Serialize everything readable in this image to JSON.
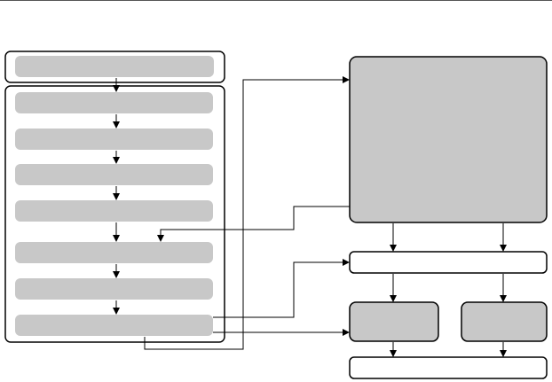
{
  "diagram": {
    "colors": {
      "stroke": "#000000",
      "box_fill": "#c8c8c8",
      "white_fill": "#ffffff",
      "rule": "#555555"
    },
    "nodes": [
      {
        "id": "left-header-step",
        "label": "",
        "fill": "gray"
      },
      {
        "id": "left-step-1",
        "label": "",
        "fill": "gray"
      },
      {
        "id": "left-step-2",
        "label": "",
        "fill": "gray"
      },
      {
        "id": "left-step-3",
        "label": "",
        "fill": "gray"
      },
      {
        "id": "left-step-4",
        "label": "",
        "fill": "gray"
      },
      {
        "id": "left-step-5",
        "label": "",
        "fill": "gray"
      },
      {
        "id": "left-step-6",
        "label": "",
        "fill": "gray"
      },
      {
        "id": "left-step-7",
        "label": "",
        "fill": "gray"
      },
      {
        "id": "right-main-box",
        "label": "",
        "fill": "gray"
      },
      {
        "id": "right-bar-1",
        "label": "",
        "fill": "white"
      },
      {
        "id": "right-small-box-left",
        "label": "",
        "fill": "gray"
      },
      {
        "id": "right-small-box-right",
        "label": "",
        "fill": "gray"
      },
      {
        "id": "right-bar-2",
        "label": "",
        "fill": "white"
      }
    ],
    "edges": [
      {
        "from": "left-header-step",
        "to": "left-step-1"
      },
      {
        "from": "left-step-1",
        "to": "left-step-2"
      },
      {
        "from": "left-step-2",
        "to": "left-step-3"
      },
      {
        "from": "left-step-3",
        "to": "left-step-4"
      },
      {
        "from": "left-step-4",
        "to": "left-step-5"
      },
      {
        "from": "right-main-box",
        "to": "left-step-5"
      },
      {
        "from": "left-step-5",
        "to": "left-step-6"
      },
      {
        "from": "left-step-6",
        "to": "left-step-7"
      },
      {
        "from": "left-panel",
        "to": "right-main-box"
      },
      {
        "from": "left-step-7",
        "to": "right-bar-1"
      },
      {
        "from": "left-step-7",
        "to": "right-small-box-left"
      },
      {
        "from": "right-main-box",
        "to": "right-bar-1"
      },
      {
        "from": "right-bar-1",
        "to": "right-small-box-left"
      },
      {
        "from": "right-bar-1",
        "to": "right-small-box-right"
      },
      {
        "from": "right-small-box-left",
        "to": "right-bar-2"
      },
      {
        "from": "right-small-box-right",
        "to": "right-bar-2"
      }
    ]
  }
}
